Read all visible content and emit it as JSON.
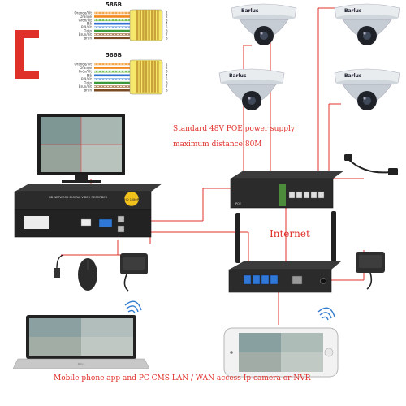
{
  "wiring": {
    "top": {
      "title": "586B",
      "wires": [
        "Orange/Vit",
        "Orange",
        "Grön/Vit",
        "Blå",
        "Blå/Vit",
        "Grön",
        "Brun/Vit",
        "Brun"
      ],
      "colors": [
        "#f3a64a",
        "#f08a1e",
        "#7cc25b",
        "#2f6fd0",
        "#8ab5e8",
        "#3a9a3a",
        "#b58a62",
        "#7a4a22"
      ]
    },
    "bottom": {
      "title": "586B",
      "wires": [
        "Orange/Vit",
        "Orange",
        "Grön/Vit",
        "Blå",
        "Blå/Vit",
        "Grön",
        "Brun/Vit",
        "Brun"
      ],
      "colors": [
        "#f3a64a",
        "#f08a1e",
        "#7cc25b",
        "#2f6fd0",
        "#8ab5e8",
        "#3a9a3a",
        "#b58a62",
        "#7a4a22"
      ]
    },
    "pins": [
      "1",
      "2",
      "3",
      "4",
      "5",
      "6",
      "7",
      "8"
    ]
  },
  "cameras": {
    "brand": "Barlus",
    "units": [
      "Barlus",
      "Barlus",
      "Barlus",
      "Barlus"
    ]
  },
  "labels": {
    "poe_line1": "Standard 48V POE power supply:",
    "poe_line2": "maximum distance 80M",
    "internet": "Internet",
    "footer": "Mobile phone app and PC CMS LAN / WAN access Ip camera or NVR"
  },
  "nvr": {
    "badge": "HD 1080P",
    "model_text": "HD NETWORK DIGITAL VIDEO RECORDER"
  },
  "laptop": {
    "brand": "DELL"
  },
  "colors": {
    "accent_red": "#e0302a",
    "device_dark": "#2b2b2b",
    "port_blue": "#2f78d8"
  }
}
